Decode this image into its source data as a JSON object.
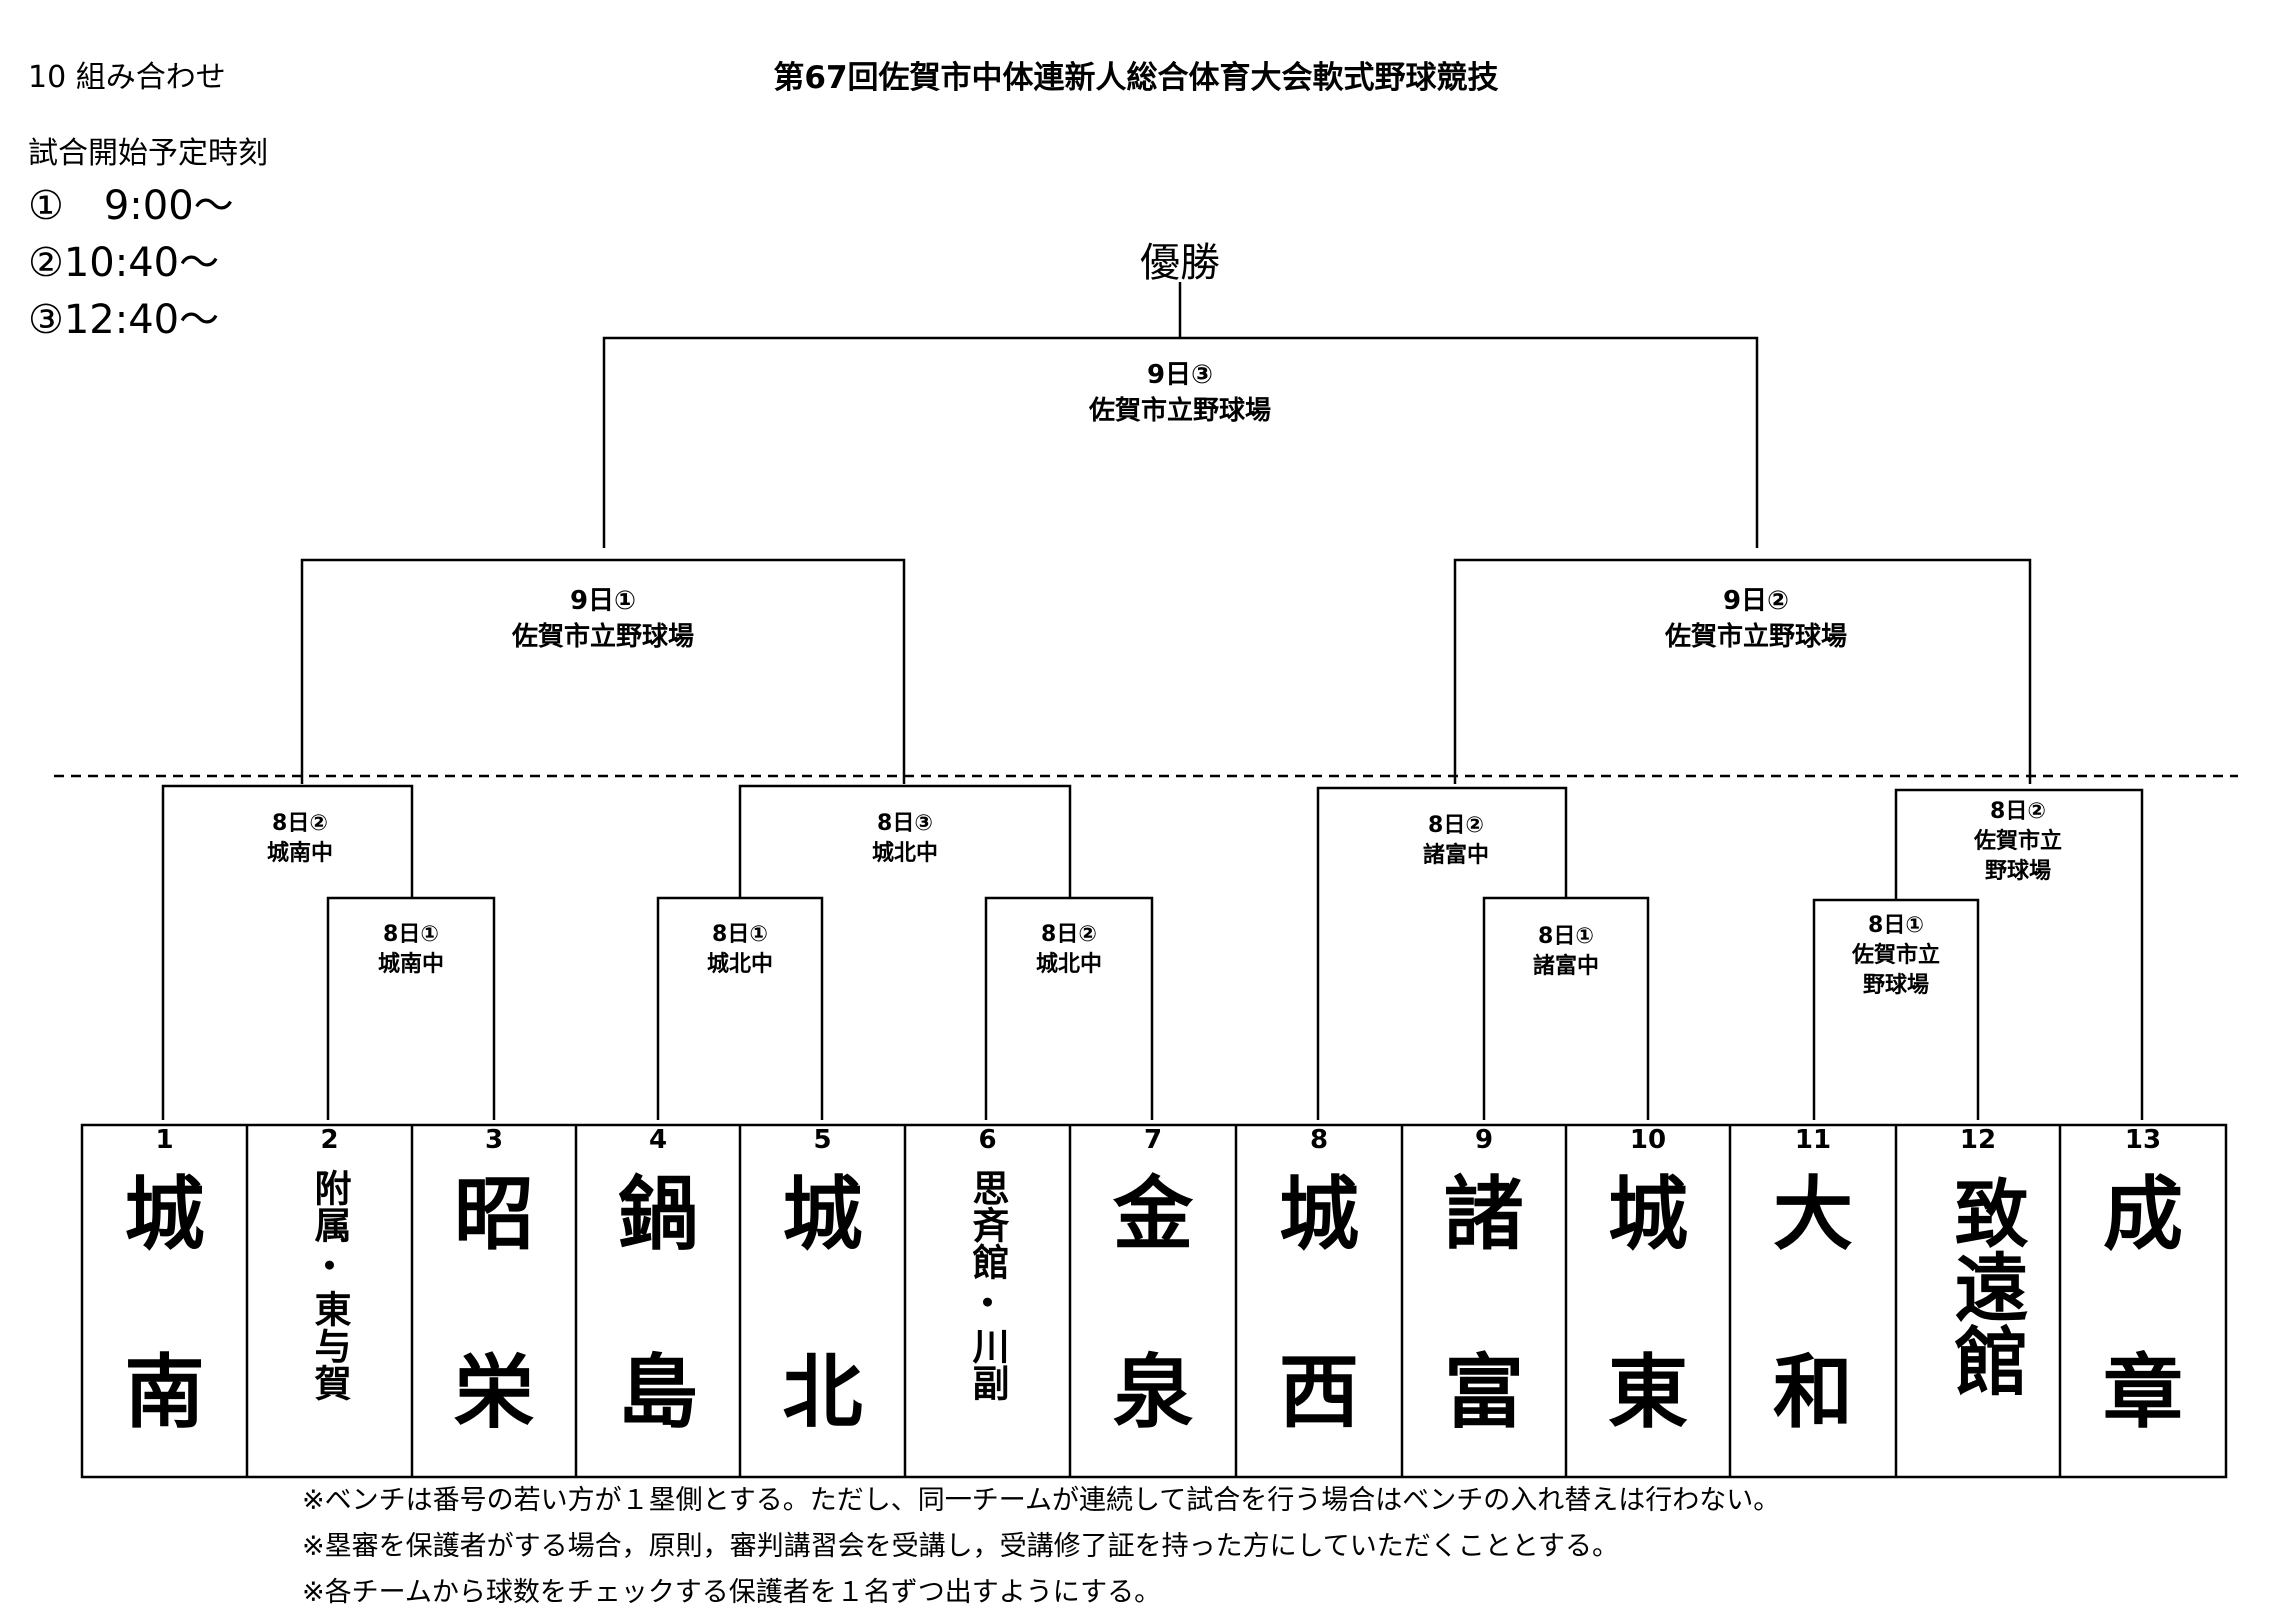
{
  "header": {
    "section_label": "10  組み合わせ",
    "title": "第67回佐賀市中体連新人総合体育大会軟式野球競技"
  },
  "schedule": {
    "heading": "試合開始予定時刻",
    "times": [
      "①　9:00～",
      "②10:40～",
      "③12:40～"
    ]
  },
  "bracket": {
    "champion_label": "優勝",
    "matches": {
      "final": {
        "day": "9日③",
        "venue": "佐賀市立野球場"
      },
      "semi_left": {
        "day": "9日①",
        "venue": "佐賀市立野球場"
      },
      "semi_right": {
        "day": "9日②",
        "venue": "佐賀市立野球場"
      },
      "r2_a": {
        "day": "8日②",
        "venue": "城南中"
      },
      "r1_a": {
        "day": "8日①",
        "venue": "城南中"
      },
      "r2_b": {
        "day": "8日③",
        "venue": "城北中"
      },
      "r1_b": {
        "day": "8日①",
        "venue": "城北中"
      },
      "r1_c": {
        "day": "8日②",
        "venue": "城北中"
      },
      "r2_c": {
        "day": "8日②",
        "venue": "諸富中"
      },
      "r1_d": {
        "day": "8日①",
        "venue": "諸富中"
      },
      "r2_d": {
        "day": "8日②",
        "venue": "佐賀市立",
        "venue2": "野球場"
      },
      "r1_e": {
        "day": "8日①",
        "venue": "佐賀市立",
        "venue2": "野球場"
      }
    }
  },
  "teams": [
    {
      "number": "1",
      "line1": "城",
      "line2": "南"
    },
    {
      "number": "2",
      "line1": "附属",
      "line2": "・",
      "line3": "東与賀"
    },
    {
      "number": "3",
      "line1": "昭",
      "line2": "栄"
    },
    {
      "number": "4",
      "line1": "鍋",
      "line2": "島"
    },
    {
      "number": "5",
      "line1": "城",
      "line2": "北"
    },
    {
      "number": "6",
      "line1": "思斉館",
      "line2": "・",
      "line3": "川副"
    },
    {
      "number": "7",
      "line1": "金",
      "line2": "泉"
    },
    {
      "number": "8",
      "line1": "城",
      "line2": "西"
    },
    {
      "number": "9",
      "line1": "諸",
      "line2": "富"
    },
    {
      "number": "10",
      "line1": "城",
      "line2": "東"
    },
    {
      "number": "11",
      "line1": "大",
      "line2": "和"
    },
    {
      "number": "12",
      "line1": "致遠館"
    },
    {
      "number": "13",
      "line1": "成",
      "line2": "章"
    }
  ],
  "notes": [
    "※ベンチは番号の若い方が１塁側とする。ただし、同一チームが連続して試合を行う場合はベンチの入れ替えは行わない。",
    "※塁審を保護者がする場合，原則，審判講習会を受講し，受講修了証を持った方にしていただくこととする。",
    "※各チームから球数をチェックする保護者を１名ずつ出すようにする。"
  ]
}
